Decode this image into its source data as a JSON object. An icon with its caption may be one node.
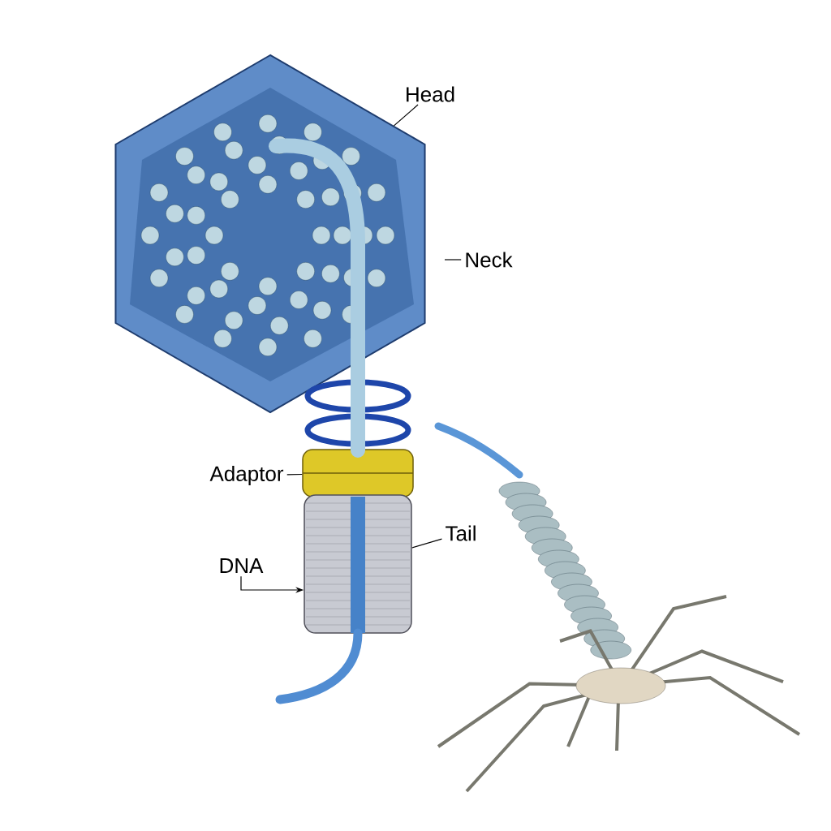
{
  "diagram": {
    "nodes": [
      {
        "text": [
          "Head"
        ]
      },
      {
        "text": [
          "Neck"
        ]
      },
      {
        "text": [
          "Adaptor"
        ]
      },
      {
        "text": [
          "Tail"
        ]
      },
      {
        "text": [
          "DNA"
        ]
      },
      {
        "text": [],
        "shape": "picture"
      },
      {
        "text": [],
        "shape": "picture"
      },
      {
        "text": [],
        "shape": "picture"
      }
    ],
    "edges": [
      {
        "from": 0,
        "to": 5,
        "arrow": "none"
      },
      {
        "from": 1,
        "to": null,
        "arrow": "none"
      },
      {
        "from": 2,
        "to": 6,
        "arrow": "none"
      },
      {
        "from": 3,
        "to": 7,
        "arrow": "none"
      },
      {
        "from": 4,
        "to": 7,
        "arrow": "to"
      }
    ]
  }
}
